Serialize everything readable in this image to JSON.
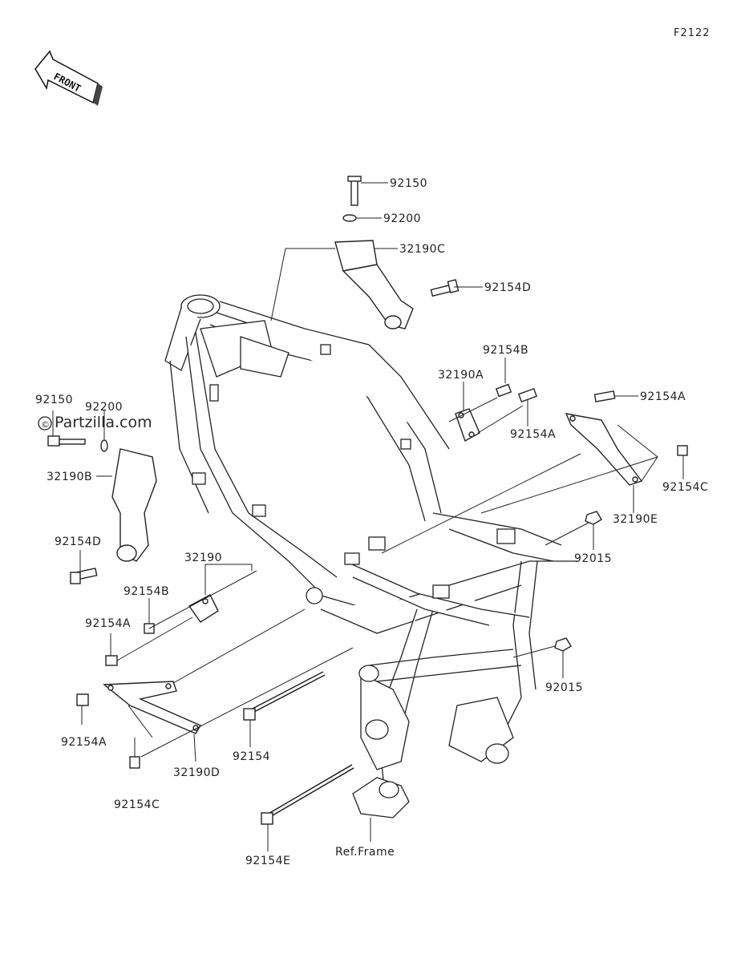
{
  "figure_code": "F2122",
  "watermark": "Partzilla.com",
  "watermark_symbol": "©",
  "front_label": "FRONT",
  "ref_frame": "Ref.Frame",
  "callouts": {
    "c_92150_top": "92150",
    "c_92200_top": "92200",
    "c_32190C": "32190C",
    "c_92154D_top": "92154D",
    "c_92154B_right": "92154B",
    "c_32190A": "32190A",
    "c_92154A_right1": "92154A",
    "c_92154A_right2": "92154A",
    "c_92150_left": "92150",
    "c_92200_left": "92200",
    "c_32190B": "32190B",
    "c_92154C_right": "92154C",
    "c_32190E": "32190E",
    "c_92015_upper": "92015",
    "c_92154D_left": "92154D",
    "c_32190": "32190",
    "c_92154B_left": "92154B",
    "c_92154A_left1": "92154A",
    "c_92015_lower": "92015",
    "c_92154A_left2": "92154A",
    "c_92154": "92154",
    "c_32190D": "32190D",
    "c_92154C_left": "92154C",
    "c_92154E": "92154E"
  }
}
